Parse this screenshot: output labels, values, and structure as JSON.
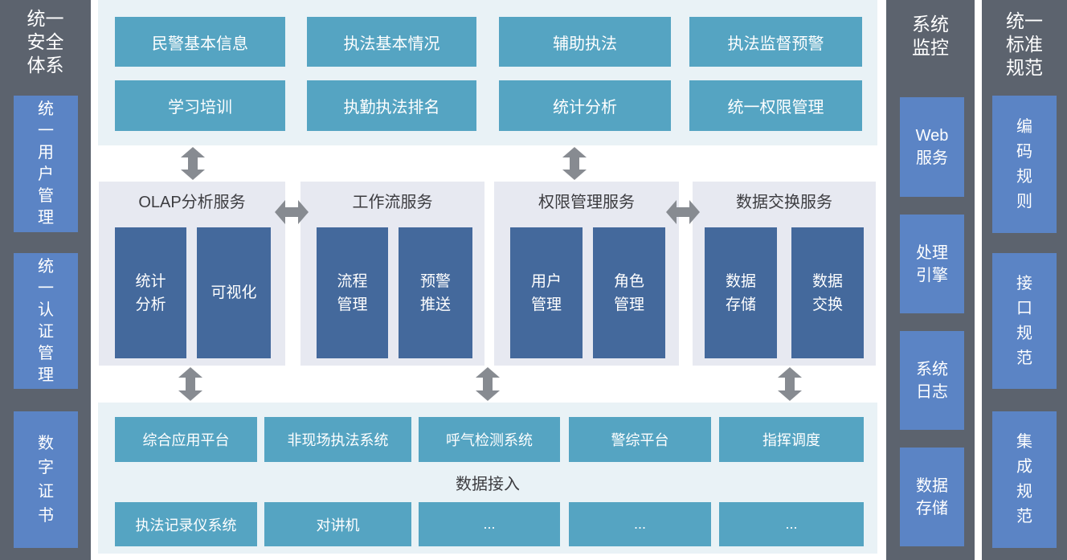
{
  "colors": {
    "sidebar_gray": "#5c636e",
    "sidebar_box_blue": "#5b84c5",
    "teal_box": "#55a4c2",
    "light_band": "#e9f2f6",
    "group_bg": "#e7e9f1",
    "inner_box_blue": "#44699c",
    "arrow_gray": "#878b91",
    "title_text": "#3c3c40"
  },
  "security_sidebar": {
    "title": "统一\n安全\n体系",
    "items": [
      {
        "label": "统\n一\n用\n户\n管\n理"
      },
      {
        "label": "统\n一\n认\n证\n管\n理"
      },
      {
        "label": "数\n字\n证\n书"
      }
    ]
  },
  "app_layer": {
    "boxes": [
      "民警基本信息",
      "执法基本情况",
      "辅助执法",
      "执法监督预警",
      "学习培训",
      "执勤执法排名",
      "统计分析",
      "统一权限管理"
    ]
  },
  "service_layer": {
    "groups": [
      {
        "title": "OLAP分析服务",
        "children": [
          "统计\n分析",
          "可视化"
        ]
      },
      {
        "title": "工作流服务",
        "children": [
          "流程\n管理",
          "预警\n推送"
        ]
      },
      {
        "title": "权限管理服务",
        "children": [
          "用户\n管理",
          "角色\n管理"
        ]
      },
      {
        "title": "数据交换服务",
        "children": [
          "数据\n存储",
          "数据\n交换"
        ]
      }
    ]
  },
  "access_layer": {
    "label": "数据接入",
    "row1": [
      "综合应用平台",
      "非现场执法系统",
      "呼气检测系统",
      "警综平台",
      "指挥调度"
    ],
    "row2": [
      "执法记录仪系统",
      "对讲机",
      "...",
      "...",
      "..."
    ]
  },
  "monitor_sidebar": {
    "title": "系统\n监控",
    "items": [
      {
        "label": "Web\n服务"
      },
      {
        "label": "处理\n引擎"
      },
      {
        "label": "系统\n日志"
      },
      {
        "label": "数据\n存储"
      }
    ]
  },
  "standard_sidebar": {
    "title": "统一\n标准\n规范",
    "items": [
      {
        "label": "编\n码\n规\n则"
      },
      {
        "label": "接\n口\n规\n范"
      },
      {
        "label": "集\n成\n规\n范"
      }
    ]
  }
}
